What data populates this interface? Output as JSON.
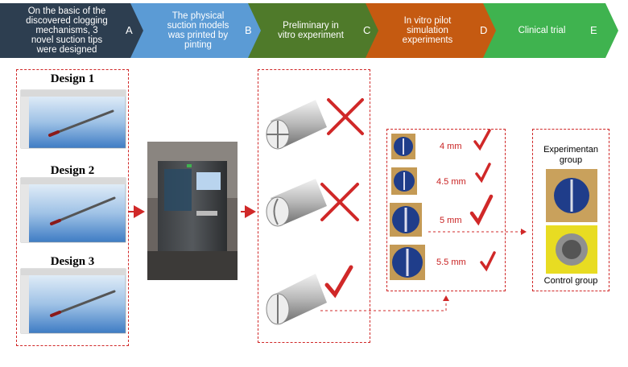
{
  "steps": [
    {
      "text": "On the basic of the\ndiscovered clogging\nmechanisms, 3\nnovel suction tips\nwere designed",
      "letter": "A",
      "color": "#2d3e50"
    },
    {
      "text": "The physical\nsuction models\nwas printed by\npinting",
      "letter": "B",
      "color": "#5b9bd5"
    },
    {
      "text": "Preliminary in\nvitro experiment",
      "letter": "C",
      "color": "#4f7a2a"
    },
    {
      "text": "In vitro pilot\nsimulation\nexperiments",
      "letter": "D",
      "color": "#c55a11"
    },
    {
      "text": "Clinical trial",
      "letter": "E",
      "color": "#3fb34f"
    }
  ],
  "designs": [
    "Design 1",
    "Design 2",
    "Design 3"
  ],
  "sizes": [
    "4 mm",
    "4.5 mm",
    "5 mm",
    "5.5 mm"
  ],
  "groups": {
    "experimental": "Experimentan\ngroup",
    "control": "Control group"
  },
  "colors": {
    "accent_red": "#d02828"
  }
}
